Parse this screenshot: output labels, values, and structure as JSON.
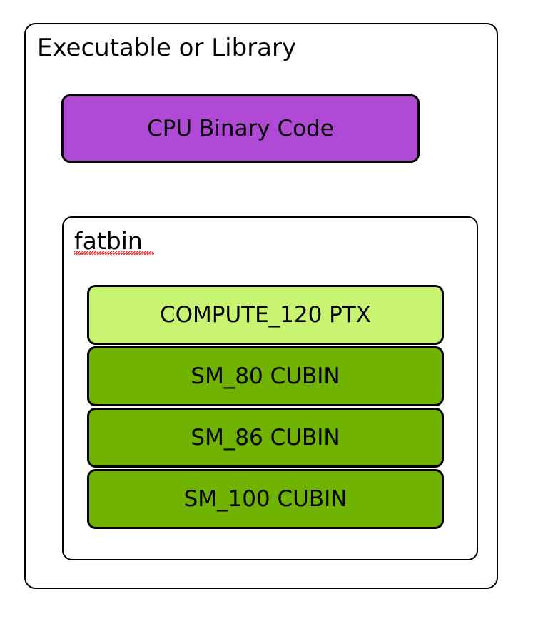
{
  "diagram": {
    "title": "Executable or Library",
    "colors": {
      "cpu_fill": "#b04ad6",
      "ptx_fill": "#c8f472",
      "cubin_fill": "#6fb300",
      "border": "#000000",
      "background": "#ffffff",
      "spellcheck_underline": "#ff0000"
    },
    "cpu_block": {
      "label": "CPU Binary Code",
      "fill": "#b04ad6"
    },
    "fatbin": {
      "title": "fatbin",
      "misspelled": true,
      "entries": [
        {
          "label": "COMPUTE_120 PTX",
          "kind": "ptx",
          "fill": "#c8f472"
        },
        {
          "label": "SM_80 CUBIN",
          "kind": "cubin",
          "fill": "#6fb300"
        },
        {
          "label": "SM_86 CUBIN",
          "kind": "cubin",
          "fill": "#6fb300"
        },
        {
          "label": "SM_100 CUBIN",
          "kind": "cubin",
          "fill": "#6fb300"
        }
      ]
    }
  }
}
